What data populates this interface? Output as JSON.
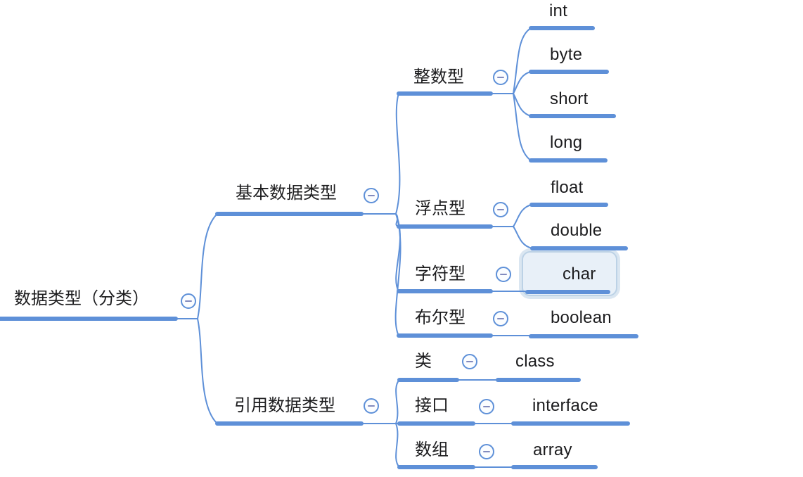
{
  "app": {
    "type": "mind-map",
    "background": "#FFFFFF"
  },
  "colors": {
    "branch": "#5E90D8",
    "text": "#1C1C1E",
    "selection_fill": "#E8F0F8",
    "selection_border": "#BCD2E6",
    "collapse_button_border": "#5E90D8",
    "collapse_minus_dash": "#828BBE"
  },
  "icons": {
    "collapse": "minus-circle-icon"
  },
  "selection": {
    "selected_node": "char"
  },
  "tree": {
    "root": {
      "label": "数据类型（分类）",
      "collapsed": false
    },
    "branches": {
      "basic": {
        "label": "基本数据类型",
        "children": {
          "integer": {
            "label": "整数型",
            "types": {
              "int": "int",
              "byte": "byte",
              "short": "short",
              "long": "long"
            }
          },
          "floating": {
            "label": "浮点型",
            "types": {
              "float": "float",
              "double": "double"
            }
          },
          "character": {
            "label": "字符型",
            "types": {
              "char": "char"
            }
          },
          "boolean": {
            "label": "布尔型",
            "types": {
              "boolean": "boolean"
            }
          }
        }
      },
      "reference": {
        "label": "引用数据类型",
        "children": {
          "class": {
            "label": "类",
            "types": {
              "class": "class"
            }
          },
          "interface": {
            "label": "接口",
            "types": {
              "interface": "interface"
            }
          },
          "array": {
            "label": "数组",
            "types": {
              "array": "array"
            }
          }
        }
      }
    }
  }
}
